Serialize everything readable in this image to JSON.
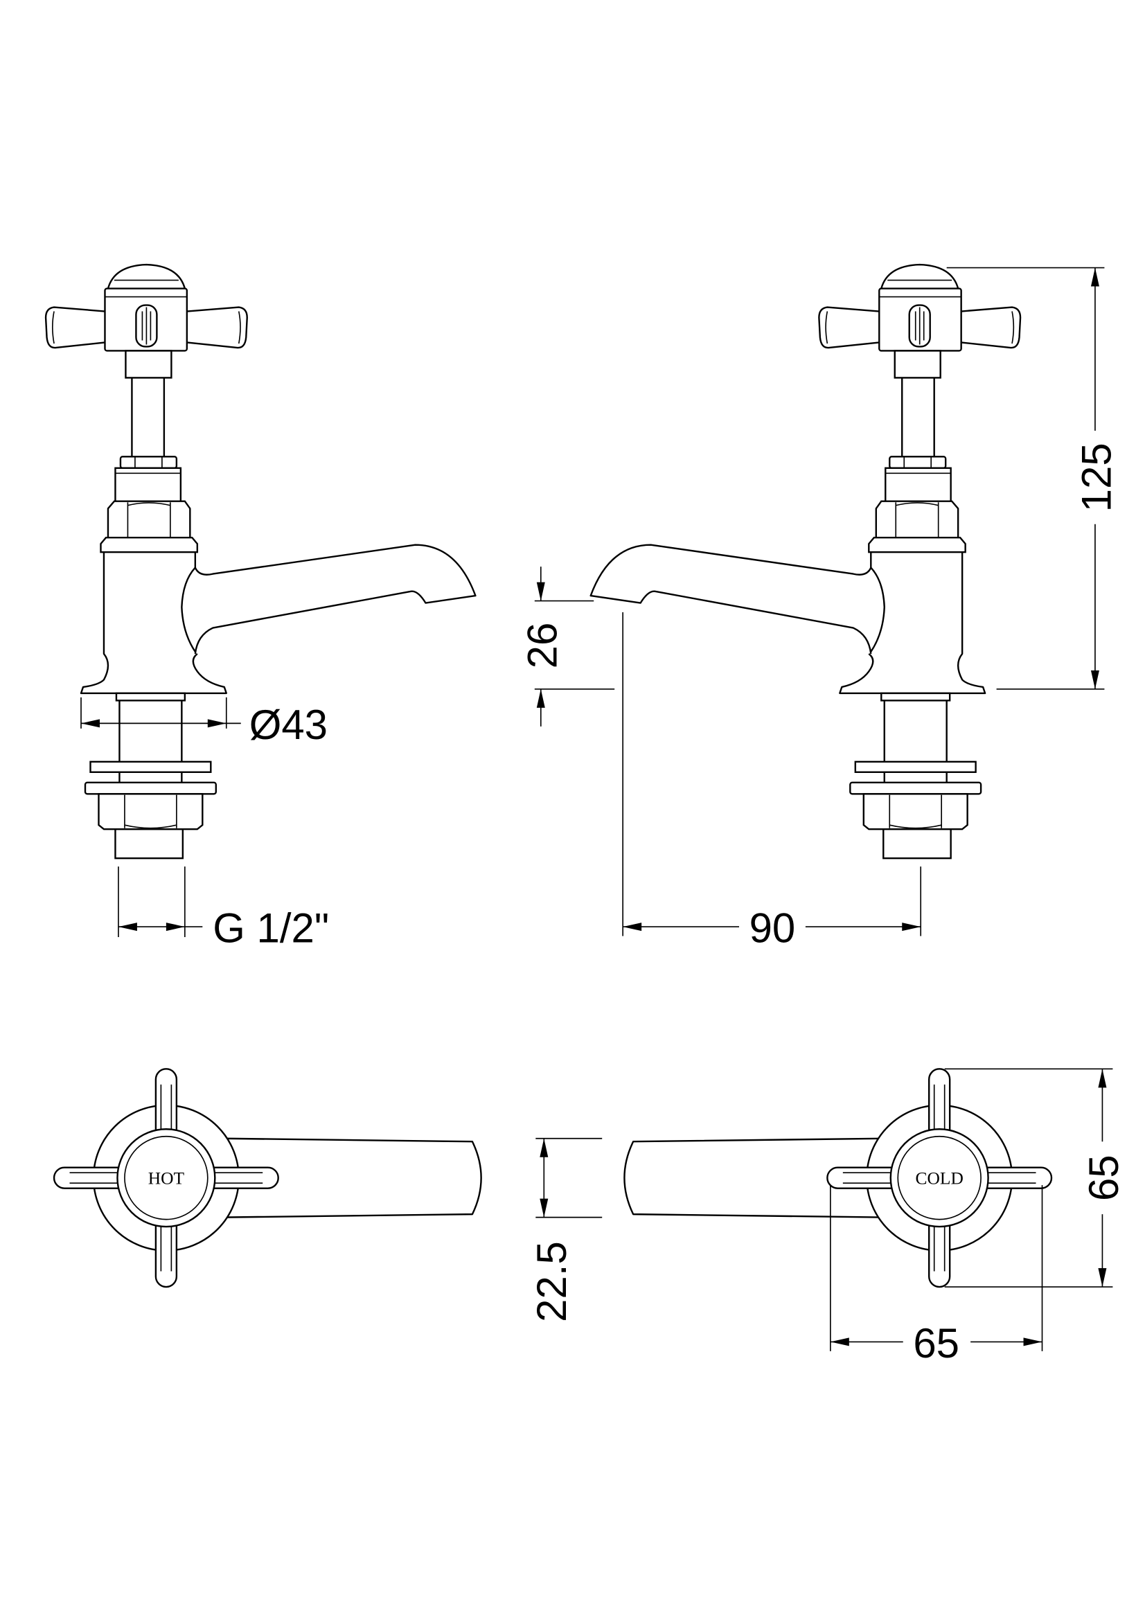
{
  "drawing": {
    "dimensions": {
      "flange_diameter": "Ø43",
      "thread_size": "G 1/2\"",
      "spout_height": "26",
      "spout_reach": "90",
      "overall_height": "125",
      "lever_width": "22.5",
      "handle_depth": "65",
      "handle_width": "65"
    },
    "caps": {
      "hot": "HOT",
      "cold": "COLD"
    },
    "line_color": "#000000",
    "background_color": "#ffffff"
  }
}
